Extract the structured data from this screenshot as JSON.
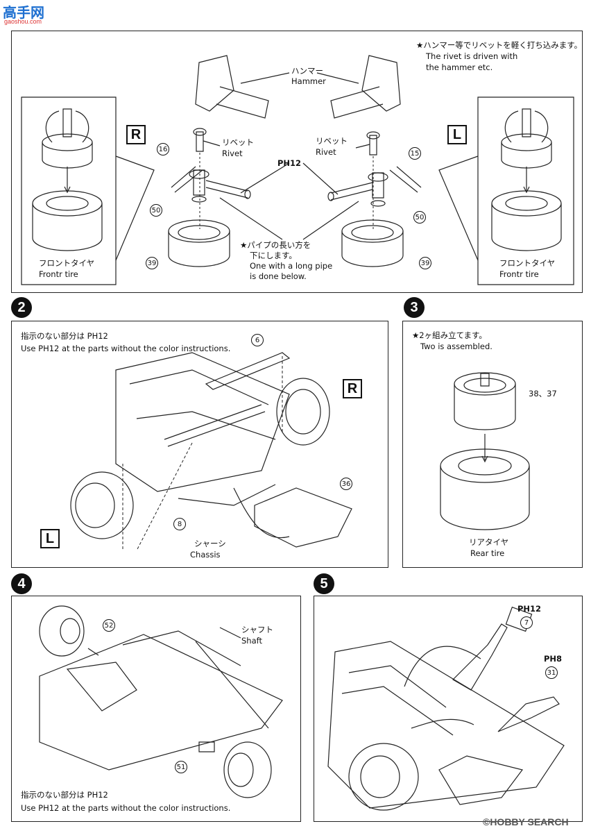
{
  "site_logo": {
    "text": "高手网",
    "sub": "gaoshou.com"
  },
  "step1": {
    "note_jp": "★ハンマー等でリベットを軽く打ち込みます。",
    "note_en1": "The rivet is driven with",
    "note_en2": "the hammer etc.",
    "hammer_jp": "ハンマー",
    "hammer_en": "Hammer",
    "rivet_jp": "リベット",
    "rivet_en": "Rivet",
    "paint_code": "PH12",
    "pipe_jp1": "★パイプの長い方を",
    "pipe_jp2": "下にします。",
    "pipe_en1": "One with a long pipe",
    "pipe_en2": "is done below.",
    "tire_jp": "フロントタイヤ",
    "tire_en": "Frontr tire",
    "side_right": "R",
    "side_left": "L",
    "parts": {
      "p16": "16",
      "p15": "15",
      "p50": "50",
      "p39": "39"
    }
  },
  "step2": {
    "number": "2",
    "note_jp": "指示のない部分は PH12",
    "note_en": "Use PH12 at the parts without the color instructions.",
    "chassis_jp": "シャーシ",
    "chassis_en": "Chassis",
    "side_right": "R",
    "side_left": "L",
    "parts": {
      "p6": "6",
      "p8": "8",
      "p36": "36"
    }
  },
  "step3": {
    "number": "3",
    "note_jp": "★2ヶ組み立てます。",
    "note_en": "Two is assembled.",
    "parts_label": "38、37",
    "tire_jp": "リアタイヤ",
    "tire_en": "Rear tire"
  },
  "step4": {
    "number": "4",
    "shaft_jp": "シャフト",
    "shaft_en": "Shaft",
    "note_jp": "指示のない部分は PH12",
    "note_en": "Use PH12 at the parts without the color instructions.",
    "parts": {
      "p52": "52",
      "p51": "51"
    }
  },
  "step5": {
    "number": "5",
    "paint_a": "PH12",
    "paint_b": "PH8",
    "parts": {
      "p7": "7",
      "p31": "31"
    }
  },
  "watermark": "©HOBBY SEARCH"
}
